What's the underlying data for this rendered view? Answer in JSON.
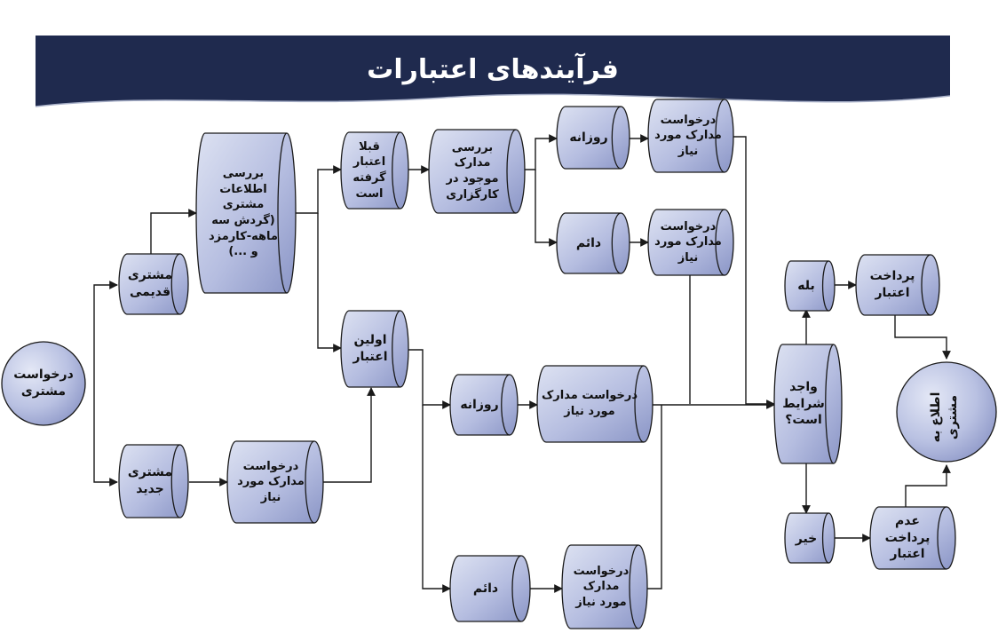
{
  "title": "فرآیندهای اعتبارات",
  "colors": {
    "banner": "#1f2a4e",
    "node_fill_light": "#d9def0",
    "node_fill_dark": "#8e98c8",
    "node_stroke": "#1a1a1a",
    "arrow": "#1a1a1a"
  },
  "nodes": {
    "request": "درخواست\nمشتری",
    "old_customer": "مشتری\nقدیمی",
    "new_customer": "مشتری\nجدید",
    "review_info": "بررسی\nاطلاعات\nمشتری\n(گردش سه\nماهه-کارمزد\nو ...)",
    "prev_credit": "قبلا\nاعتبار\nگرفته\nاست",
    "review_docs": "بررسی\nمدارک\nموجود در\nکارگزاری",
    "daily_1": "روزانه",
    "permanent_1": "دائم",
    "docs_request_1": "درخواست\nمدارک مورد\nنیاز",
    "docs_request_2": "درخواست\nمدارک مورد\nنیاز",
    "first_credit": "اولین\nاعتبار",
    "daily_2": "روزانه",
    "permanent_2": "دائم",
    "docs_request_3": "درخواست مدارک\nمورد نیاز",
    "docs_request_4": "درخواست\nمدارک\nمورد نیاز",
    "docs_request_new": "درخواست\nمدارک مورد\nنیاز",
    "conditions": "واجد\nشرایط\nاست؟",
    "yes": "بله",
    "no": "خیر",
    "pay_credit": "پرداخت\nاعتبار",
    "no_pay_credit": "عدم\nپرداخت\nاعتبار",
    "notify_customer": "اطلاع به مشتری"
  }
}
